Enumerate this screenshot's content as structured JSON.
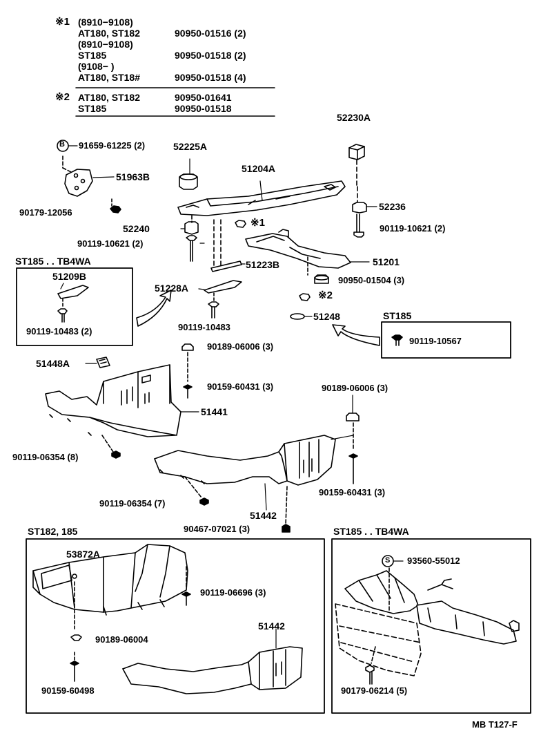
{
  "notes": {
    "n1_mark": "※1",
    "n1_rows": [
      [
        "(8910−9108)",
        ""
      ],
      [
        "AT180, ST182",
        "90950-01516 (2)"
      ],
      [
        "(8910−9108)",
        ""
      ],
      [
        "ST185",
        "90950-01518 (2)"
      ],
      [
        "(9108−      )",
        ""
      ],
      [
        "AT180, ST18#",
        "90950-01518 (4)"
      ]
    ],
    "n2_mark": "※2",
    "n2_rows": [
      [
        "AT180, ST182",
        "90950-01641"
      ],
      [
        "ST185",
        "90950-01518"
      ]
    ]
  },
  "labels": {
    "p52230A": "52230A",
    "p91659": "91659-61225 (2)",
    "p52225A": "52225A",
    "p51204A": "51204A",
    "p51963B": "51963B",
    "p90179_12056": "90179-12056",
    "p52236": "52236",
    "p52240": "52240",
    "mark1": "※1",
    "p90119_10621a": "90119-10621 (2)",
    "p90119_10621b": "90119-10621 (2)",
    "p51201": "51201",
    "p51223B": "51223B",
    "p90950_01504": "90950-01504 (3)",
    "p51228A": "51228A",
    "mark2": "※2",
    "p51248": "51248",
    "p90119_10483": "90119-10483",
    "p90189_06006a": "90189-06006 (3)",
    "p51448A": "51448A",
    "p90159_60431a": "90159-60431 (3)",
    "p90189_06006b": "90189-06006 (3)",
    "p51441": "51441",
    "p90119_06354a": "90119-06354 (8)",
    "p90159_60431b": "90159-60431 (3)",
    "p90119_06354b": "90119-06354 (7)",
    "p51442": "51442",
    "p90467": "90467-07021 (3)",
    "p53872A": "53872A",
    "p90119_06696": "90119-06696 (3)",
    "p51442b": "51442",
    "p90189_06004": "90189-06004",
    "p90159_60498": "90159-60498",
    "p93560": "93560-55012",
    "p90179_06214": "90179-06214 (5)",
    "figure_code": "MB T127-F",
    "circle_b": "B",
    "circle_s": "S"
  },
  "boxes": {
    "st185_tb4wa_top": {
      "title": "ST185 . . TB4WA",
      "part": "51209B",
      "bolt": "90119-10483 (2)"
    },
    "st185_right": {
      "title": "ST185",
      "bolt": "90119-10567"
    },
    "st182_185": {
      "title": "ST182, 185"
    },
    "st185_tb4wa_bottom": {
      "title": "ST185 . . TB4WA"
    }
  },
  "colors": {
    "ink": "#000000",
    "paper": "#ffffff"
  }
}
